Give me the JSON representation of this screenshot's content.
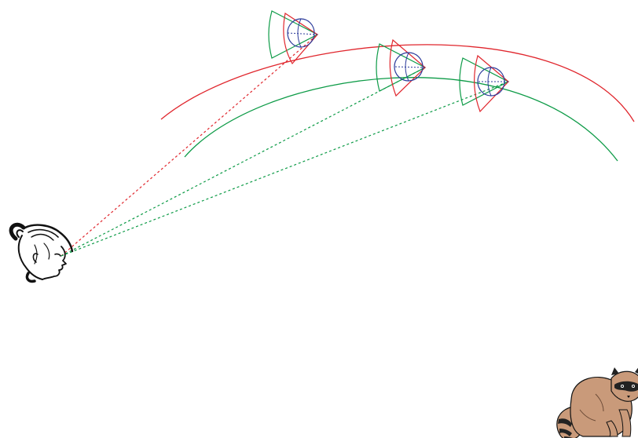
{
  "figure": {
    "colors": {
      "red": "#e0262d",
      "green": "#0d9b47",
      "blue": "#2b3a9a",
      "ink": "#111111",
      "raccoon_fur": "#c99a7a",
      "raccoon_mask": "#222222"
    },
    "icons": {
      "observer": "girl-face-icon",
      "animal": "raccoon-icon"
    },
    "arcs": [
      {
        "name": "red-arc",
        "color": "red"
      },
      {
        "name": "green-arc",
        "color": "green"
      }
    ],
    "cameras": [
      {
        "name": "camera-1",
        "sight_line_color": "red"
      },
      {
        "name": "camera-2",
        "sight_line_color": "green"
      },
      {
        "name": "camera-3",
        "sight_line_color": "green"
      }
    ]
  }
}
